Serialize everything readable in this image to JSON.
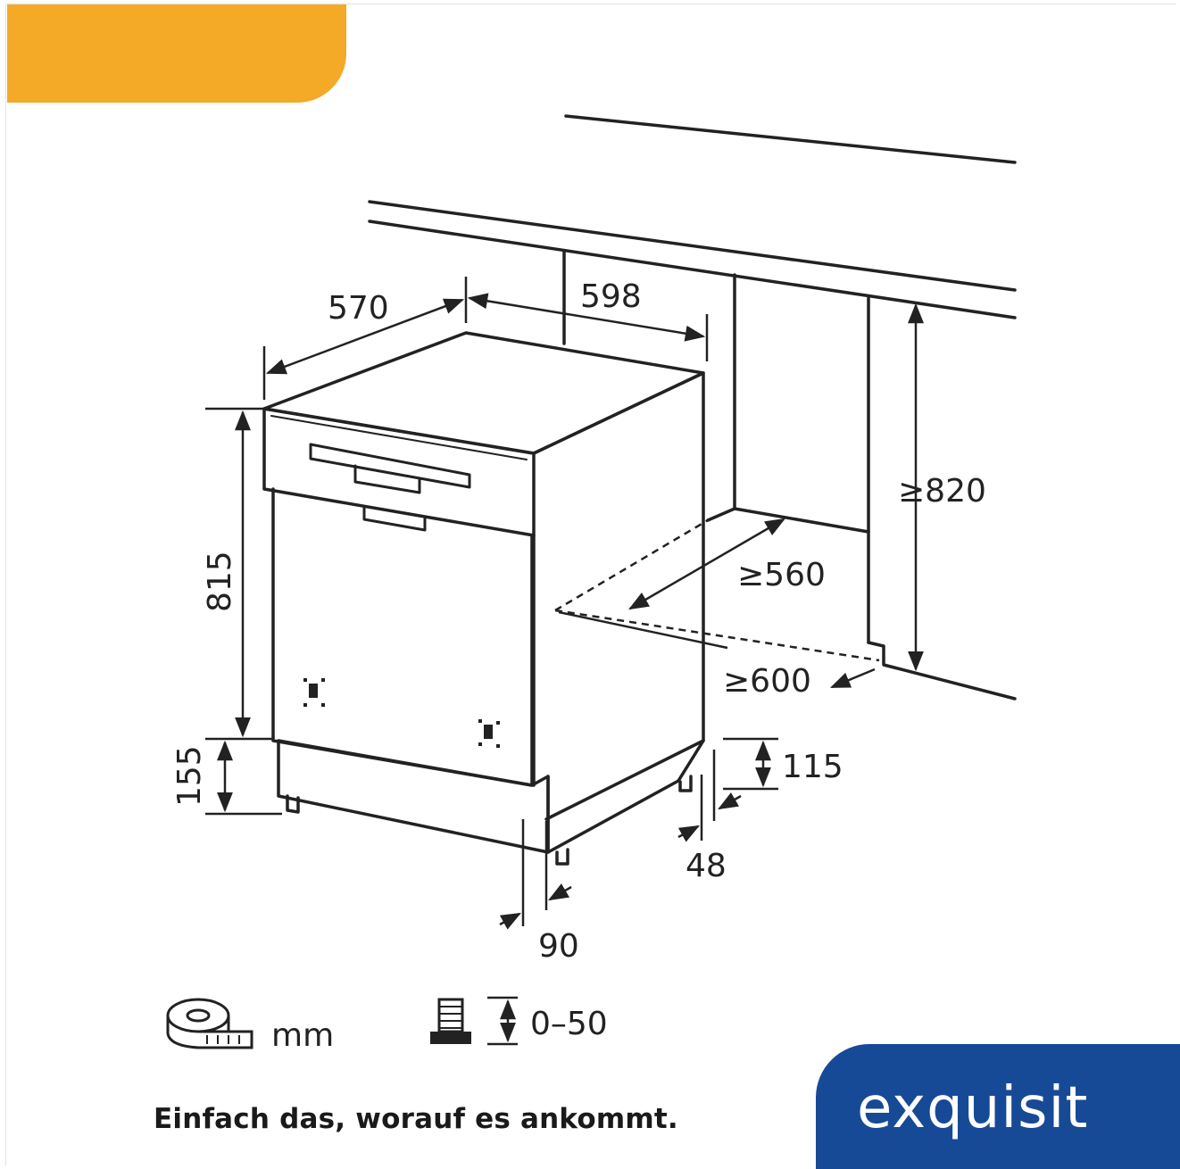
{
  "colors": {
    "accent_orange": "#f4a927",
    "brand_blue": "#174a96",
    "line": "#222222"
  },
  "dimensions": {
    "depth": "570",
    "width": "598",
    "height": "815",
    "plinth_height": "155",
    "niche_height": "≥820",
    "niche_depth": "≥560",
    "niche_width": "≥600",
    "plinth_gap": "115",
    "side_offset": "48",
    "plinth_depth": "90"
  },
  "legend": {
    "unit_icon": "tape-measure-icon",
    "unit": "mm",
    "foot_icon": "adjustable-foot-icon",
    "foot_range": "0–50"
  },
  "footer": {
    "tagline": "Einfach das, worauf es ankommt.",
    "brand": "exquisit"
  }
}
